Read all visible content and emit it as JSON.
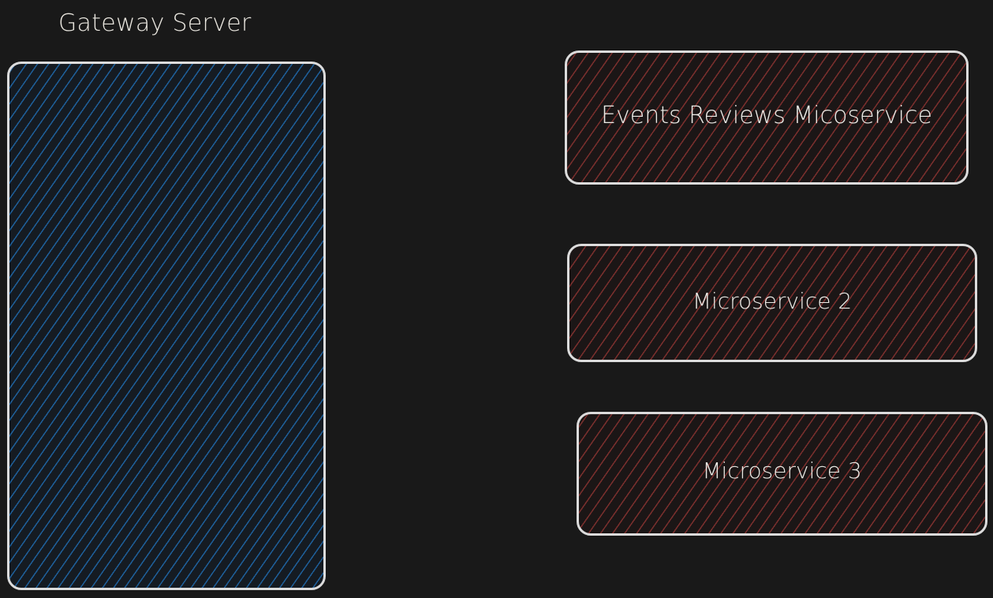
{
  "gateway": {
    "title": "Gateway Server",
    "stroke_color": "#dcdcdc",
    "hatch_color": "#1e5f9a"
  },
  "microservices": [
    {
      "label": "Events Reviews Micoservice"
    },
    {
      "label": "Microservice 2"
    },
    {
      "label": "Microservice 3"
    }
  ],
  "colors": {
    "background": "#191919",
    "microservice_hatch": "#7a2f2d",
    "text": "#e9e6df"
  }
}
